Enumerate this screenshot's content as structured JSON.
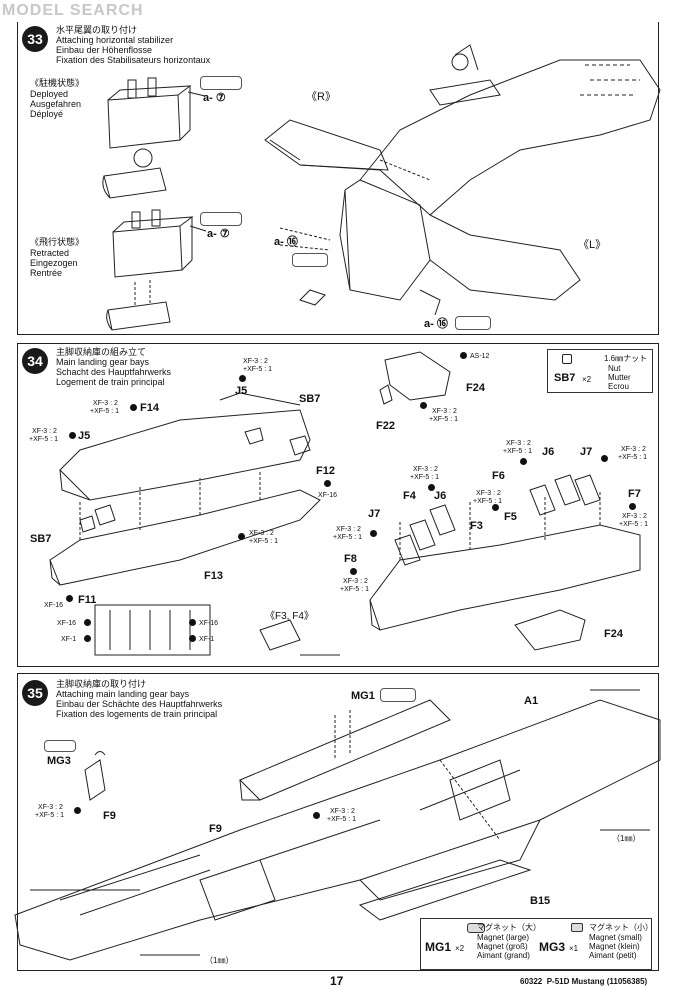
{
  "watermark": "MODEL SEARCH",
  "step33": {
    "number": "33",
    "title_jp": "水平尾翼の取り付け",
    "title_en": "Attaching horizontal stabilizer",
    "title_de": "Einbau der Höhenflosse",
    "title_fr": "Fixation des Stabilisateurs horizontaux",
    "deployed_jp": "《駐機状態》",
    "deployed_en": "Deployed",
    "deployed_de": "Ausgefahren",
    "deployed_fr": "Déployé",
    "flight_jp": "《飛行状態》",
    "flight_en": "Retracted",
    "flight_de": "Eingezogen",
    "flight_fr": "Rentrée",
    "right_label": "《R》",
    "left_label": "《L》",
    "part_a7": "a- ⑦",
    "part_a16": "a- ⑯"
  },
  "step34": {
    "number": "34",
    "title_jp": "主脚収納庫の組み立て",
    "title_en": "Main landing gear bays",
    "title_de": "Schacht des Hauptfahrwerks",
    "title_fr": "Logement de train principal",
    "nut": {
      "code": "SB7",
      "qty": "×2",
      "size_jp": "1.6㎜ナット",
      "en": "Nut",
      "de": "Mutter",
      "fr": "Ecrou"
    },
    "paint_mix": [
      "XF-3 : 2",
      "+XF-5 : 1"
    ],
    "paint_f12": "XF-16",
    "paint_f11": "XF-16",
    "paint_xf16": "XF-16",
    "paint_xf1": "XF-1",
    "parts": [
      "F14",
      "J5",
      "SB7",
      "J5",
      "SB7",
      "F12",
      "F13",
      "F11",
      "F22",
      "F24",
      "AS-12",
      "J6",
      "J7",
      "F6",
      "F7",
      "F4",
      "J6",
      "F5",
      "F3",
      "J7",
      "F8",
      "F24"
    ],
    "detail_label": "《F3, F4》"
  },
  "step35": {
    "number": "35",
    "title_jp": "主脚収納庫の取り付け",
    "title_en": "Attaching main landing gear bays",
    "title_de": "Einbau der Schächte des Hauptfahrwerks",
    "title_fr": "Fixation des logements de train principal",
    "parts": [
      "MG1",
      "A1",
      "MG3",
      "F9",
      "F9",
      "B15"
    ],
    "dim": "（1㎜）",
    "magnet_large": {
      "code": "MG1",
      "qty": "×2",
      "jp": "マグネット（大）",
      "en": "Magnet (large)",
      "de": "Magnet (groß)",
      "fr": "Aimant (grand)"
    },
    "magnet_small": {
      "code": "MG3",
      "qty": "×1",
      "jp": "マグネット（小）",
      "en": "Magnet (small)",
      "de": "Magnet (klein)",
      "fr": "Aimant (petit)"
    }
  },
  "footer": {
    "page_number": "17",
    "product": "60322  P-51D Mustang (11056385)"
  }
}
